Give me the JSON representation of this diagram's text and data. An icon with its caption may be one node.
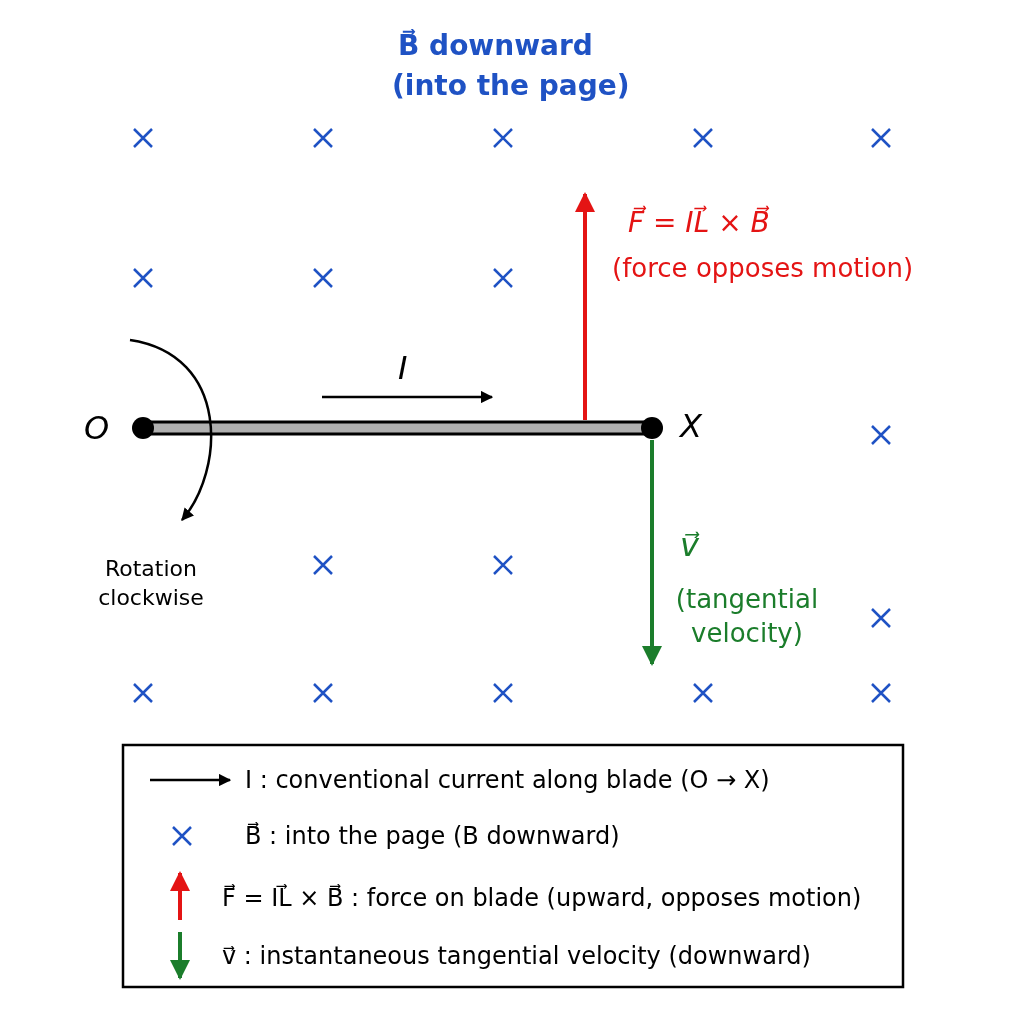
{
  "diagram": {
    "labels": [
      "B⃗ downward",
      "(into the page)",
      "F⃗ = IL⃗ × B⃗",
      "(force opposes motion)",
      "I",
      "O",
      "X",
      "v⃗",
      "(tangential velocity)",
      "Rotation clockwise"
    ],
    "legend": [
      {
        "text": "I : conventional current along blade (O → X)"
      },
      {
        "text": "B⃗ : into the page (B downward)"
      },
      {
        "text": "F⃗ = IL⃗ × B⃗ : force on blade (upward, opposes motion)"
      },
      {
        "text": "v⃗ : instantaneous tangential velocity (downward)"
      }
    ]
  }
}
